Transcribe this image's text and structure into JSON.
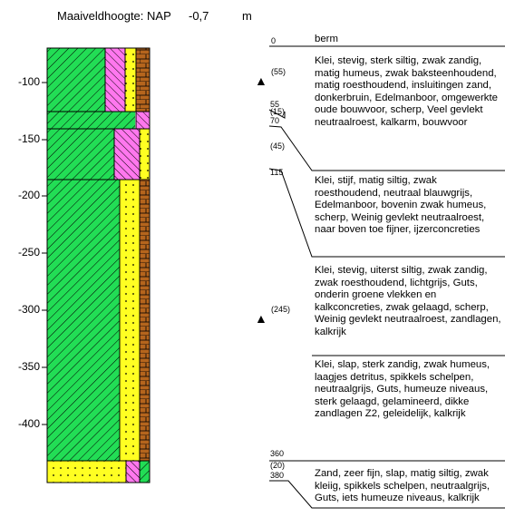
{
  "header": {
    "label": "Maaiveldhoogte: NAP",
    "value": "-0,7",
    "unit": "m"
  },
  "axis": {
    "ticks": [
      "-100",
      "-150",
      "-200",
      "-250",
      "-300",
      "-350",
      "-400"
    ]
  },
  "colors": {
    "clay_green": "#22dd55",
    "peat_brown": "#b5651d",
    "sand_yellow": "#ffff22",
    "humus_pink": "#ff77ee"
  },
  "markers": [
    {
      "symbol": "▲",
      "label": "(55)"
    },
    {
      "symbol": "▲",
      "label": "(245)"
    }
  ],
  "depth_labels": {
    "top": "0",
    "d55": "55",
    "d15": "(15)",
    "d70": "70",
    "d45": "(45)",
    "d115": "115",
    "d360": "360",
    "d20": "(20)",
    "d380": "380"
  },
  "layers": [
    {
      "text": "berm"
    },
    {
      "text": "Klei, stevig, sterk siltig, zwak zandig, matig humeus, zwak baksteenhoudend, matig roesthoudend, insluitingen zand, donkerbruin, Edelmanboor, omgewerkte oude bouwvoor, scherp, Veel gevlekt neutraalroest, kalkarm, bouwvoor"
    },
    {
      "text": "Klei, stijf, matig siltig, zwak roesthoudend, neutraal blauwgrijs, Edelmanboor, bovenin zwak humeus, scherp, Weinig gevlekt neutraalroest, naar boven toe fijner, ijzerconcreties"
    },
    {
      "text": "Klei, stevig, uiterst siltig, zwak zandig, zwak roesthoudend, lichtgrijs, Guts, onderin groene vlekken en kalkconcreties, zwak gelaagd, scherp, Weinig gevlekt neutraalroest, zandlagen, kalkrijk"
    },
    {
      "text": "Klei, slap, sterk zandig, zwak humeus, laagjes detritus, spikkels schelpen, neutraalgrijs, Guts, humeuze niveaus, sterk gelaagd, gelamineerd, dikke zandlagen Z2, geleidelijk, kalkrijk"
    },
    {
      "text": "Zand, zeer fijn, slap, matig siltig, zwak kleiig, spikkels schelpen, neutraalgrijs, Guts, iets humeuze niveaus, kalkrijk"
    }
  ]
}
